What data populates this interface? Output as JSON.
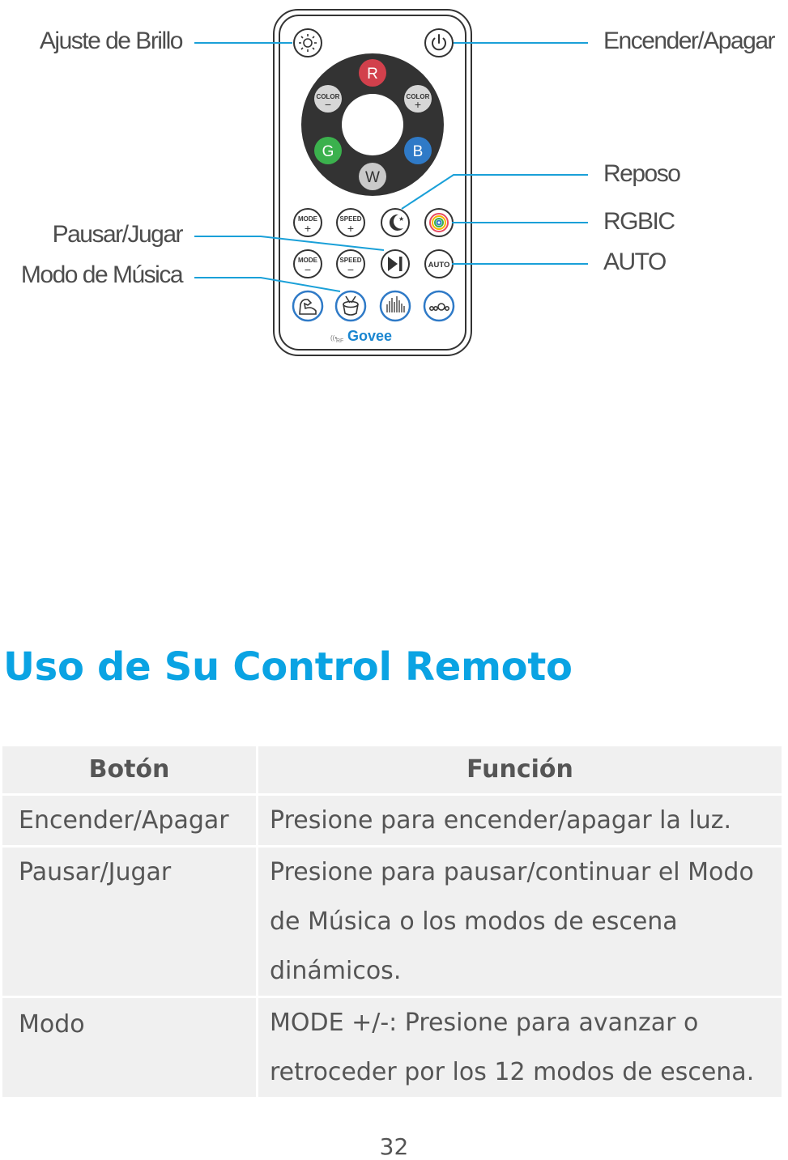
{
  "remote": {
    "labels": {
      "brightness": "Ajuste de Brillo",
      "power": "Encender/Apagar",
      "sleep": "Reposo",
      "rgbic": "RGBIC",
      "auto": "AUTO",
      "play_pause": "Pausar/Jugar",
      "music_mode": "Modo de Música"
    },
    "buttons": {
      "r": "R",
      "g": "G",
      "b": "B",
      "w": "W",
      "color": "COLOR",
      "mode": "MODE",
      "speed": "SPEED",
      "auto": "AUTO",
      "plus": "+",
      "minus": "−"
    },
    "brand": "Govee",
    "rf": "RF",
    "colors": {
      "red": "#d2404c",
      "green": "#3bb14d",
      "blue": "#2f7ac7",
      "white": "#c9c9c9",
      "ring": "#333333",
      "callout_line": "#1aa0d8"
    }
  },
  "heading": "Uso de Su Control Remoto",
  "table": {
    "headers": [
      "Botón",
      "Función"
    ],
    "rows": [
      [
        "Encender/Apagar",
        "Presione para encender/apagar la luz."
      ],
      [
        "Pausar/Jugar",
        "Presione para pausar/continuar el Modo de Música o los modos de escena dinámicos."
      ],
      [
        "Modo",
        "MODE +/-: Presione para avanzar o retroceder por los 12 modos de escena."
      ]
    ]
  },
  "page_number": "32"
}
